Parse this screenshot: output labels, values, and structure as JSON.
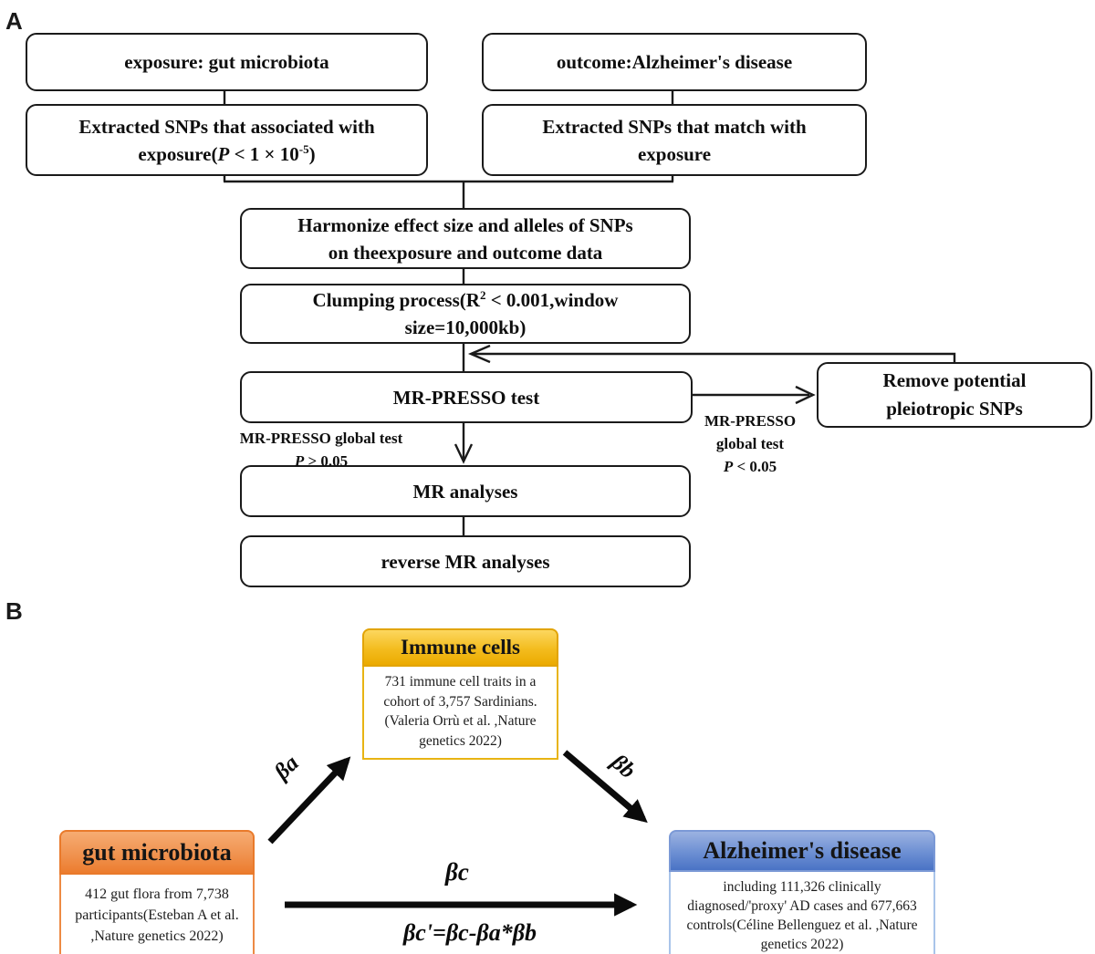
{
  "panelA": {
    "label": "A",
    "boxes": {
      "exposure": "exposure: gut microbiota",
      "outcome": "outcome:Alzheimer's disease",
      "extract_exposure": {
        "line1": "Extracted SNPs that associated with",
        "pre": "exposure(",
        "p": "P",
        "mid": " < 1 × 10",
        "sup": "-5",
        "post": ")"
      },
      "extract_outcome": {
        "line1": "Extracted SNPs that match with",
        "line2": "exposure"
      },
      "harmonize": {
        "line1": "Harmonize effect size and alleles of SNPs",
        "line2": "on theexposure and outcome data"
      },
      "clumping": {
        "pre": "Clumping process(R",
        "sup": "2",
        "mid": " < 0.001,window",
        "line2": "size=10,000kb)"
      },
      "mrpresso": "MR-PRESSO test",
      "remove": {
        "line1": "Remove potential",
        "line2": "pleiotropic SNPs"
      },
      "mr": "MR analyses",
      "reverse": "reverse MR analyses"
    },
    "labels": {
      "global_left": {
        "line1": "MR-PRESSO global test",
        "p": "P",
        "rest": " > 0.05"
      },
      "global_right": {
        "line1": "MR-PRESSO",
        "line2": "global test",
        "p": "P",
        "rest": " < 0.05"
      }
    }
  },
  "panelB": {
    "label": "B",
    "immune": {
      "title": "Immune cells",
      "body": "731 immune cell traits in a cohort of 3,757 Sardinians. (Valeria Orrù et al. ,Nature genetics 2022)"
    },
    "gut": {
      "title": "gut microbiota",
      "body": "412 gut flora from 7,738 participants(Esteban A et al. ,Nature genetics 2022)"
    },
    "alzheimer": {
      "title": "Alzheimer's disease",
      "body": "including 111,326 clinically diagnosed/'proxy' AD cases and 677,663 controls(Céline Bellenguez et al. ,Nature genetics 2022)"
    },
    "arrows": {
      "ba": "βa",
      "bb": "βb",
      "bc": "βc",
      "bc_formula": "βc'=βc-βa*βb"
    }
  },
  "colors": {
    "line": "#1a1a1a",
    "immune_gold": "#EBAA00",
    "gut_orange": "#EC7C2E",
    "alzheimer_blue": "#4A73C5"
  }
}
